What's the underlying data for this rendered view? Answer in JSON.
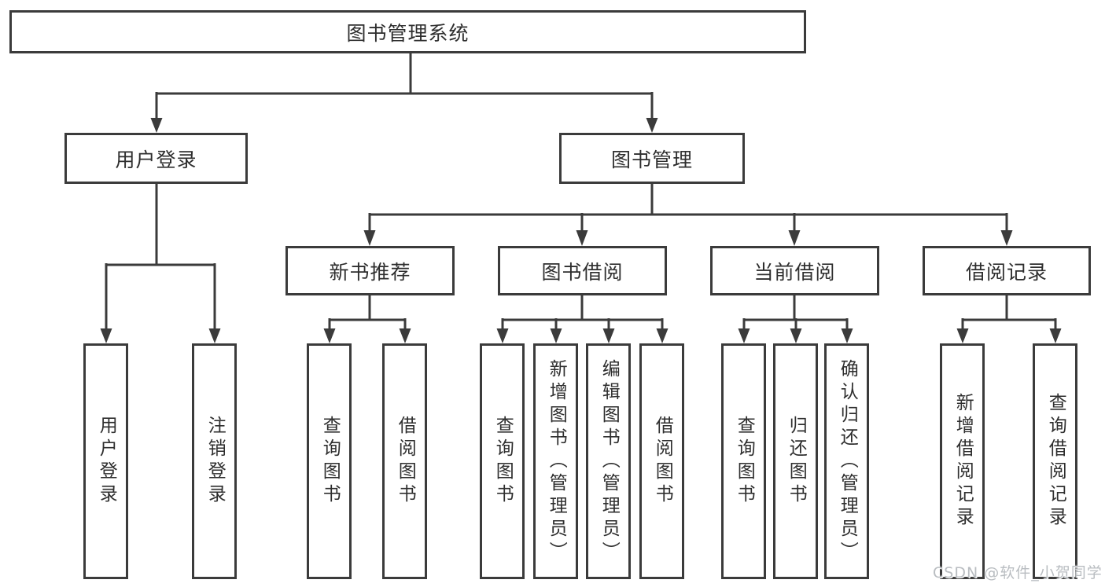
{
  "tree": {
    "root": "图书管理系统",
    "level2": [
      {
        "label": "用户登录",
        "children": [
          "用户登录",
          "注销登录"
        ]
      },
      {
        "label": "图书管理",
        "groups": [
          {
            "label": "新书推荐",
            "children": [
              "查询图书",
              "借阅图书"
            ]
          },
          {
            "label": "图书借阅",
            "children": [
              "查询图书",
              "新增图书（管理员）",
              "编辑图书（管理员）",
              "借阅图书"
            ]
          },
          {
            "label": "当前借阅",
            "children": [
              "查询图书",
              "归还图书",
              "确认归还（管理员）"
            ]
          },
          {
            "label": "借阅记录",
            "children": [
              "新增借阅记录",
              "查询借阅记录"
            ]
          }
        ]
      }
    ]
  },
  "watermark": "CSDN @软件_小贺同学",
  "colors": {
    "line": "#3b3b3b",
    "text": "#2e2e2e",
    "background": "#ffffff",
    "watermark": "#b9bdc1"
  }
}
